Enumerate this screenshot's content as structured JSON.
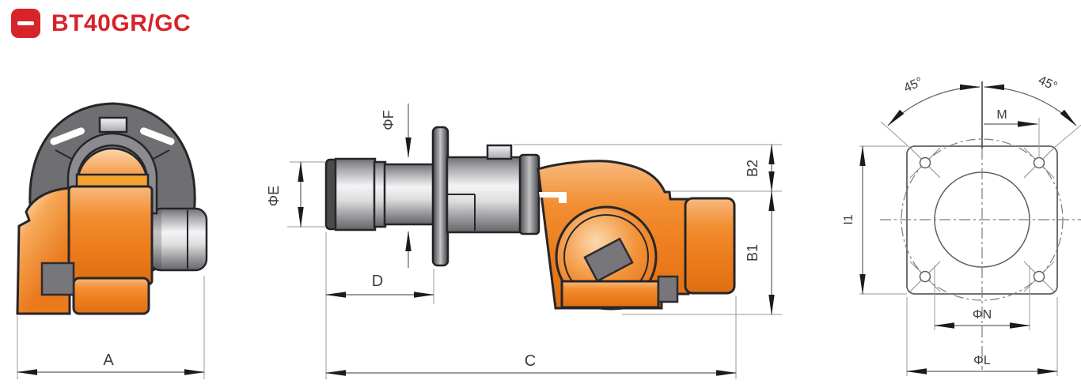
{
  "header": {
    "title": "BT40GR/GC"
  },
  "drawing": {
    "views": {
      "front": "front-view",
      "side": "side-view",
      "flange": "flange-view"
    },
    "labels": {
      "a": "A",
      "c": "C",
      "d": "D",
      "phi_e": "ΦE",
      "phi_f": "ΦF",
      "b1": "B1",
      "b2": "B2",
      "angle_left": "45°",
      "angle_right": "45°",
      "m": "M",
      "i1": "I1",
      "phi_n": "ΦN",
      "phi_l": "ΦL"
    }
  },
  "colors": {
    "accent_red": "#d7232a",
    "burner_orange": "#ec7b1b",
    "housing_gray": "#6f6f72",
    "dimension_line": "#606063"
  }
}
